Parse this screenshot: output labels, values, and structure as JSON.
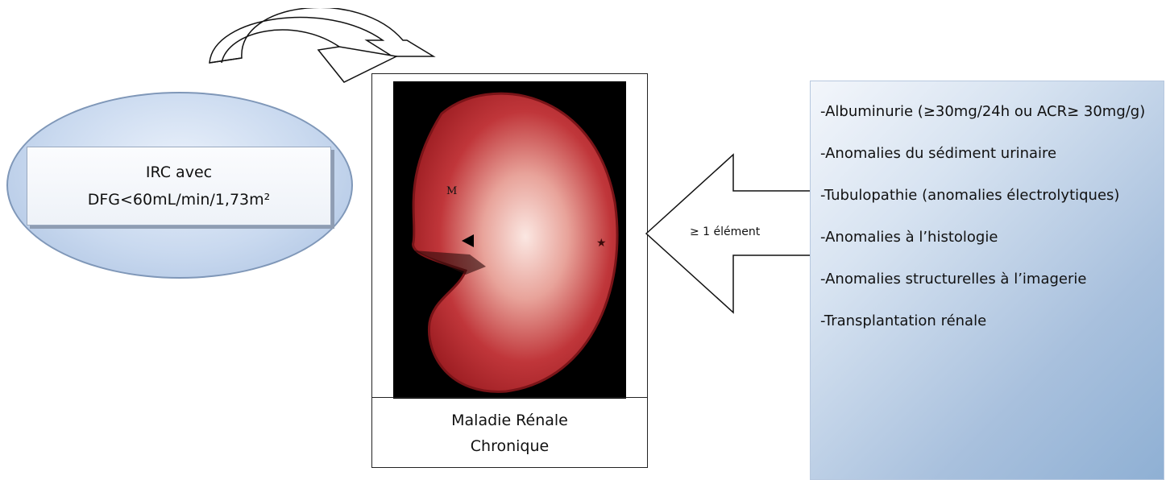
{
  "ellipse": {
    "line1": "IRC avec",
    "line2": "DFG<60mL/min/1,73m²"
  },
  "center": {
    "photo_labels": {
      "m_label": "M"
    },
    "caption_line1": "Maladie Rénale",
    "caption_line2": "Chronique"
  },
  "arrow": {
    "label": "≥ 1 élément"
  },
  "criteria": [
    "-Albuminurie (≥30mg/24h ou ACR≥ 30mg/g)",
    "-Anomalies du sédiment urinaire",
    "-Tubulopathie (anomalies électrolytiques)",
    "-Anomalies à l’histologie",
    "-Anomalies structurelles à l’imagerie",
    "-Transplantation rénale"
  ],
  "colors": {
    "ellipse_fill": "#c9d9ef",
    "panel_fill": "#a8c0dd",
    "kidney": "#b0232a"
  }
}
